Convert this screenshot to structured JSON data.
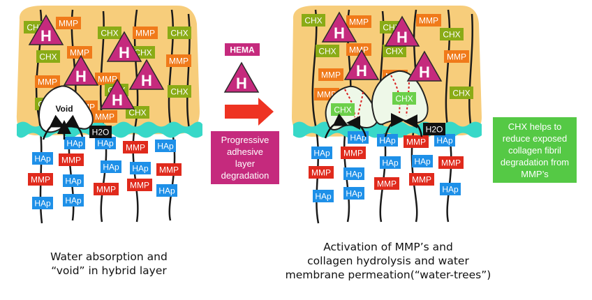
{
  "labels": {
    "chx": "CHX",
    "mmp": "MMP",
    "hap": "HAp",
    "h": "H",
    "h2o": "H2O",
    "void": "Void",
    "hema": "HEMA"
  },
  "middle": {
    "degradation_lines": [
      "Progressive",
      "adhesive",
      "layer",
      "degradation"
    ]
  },
  "note": {
    "lines": [
      "CHX helps to",
      "reduce exposed",
      "collagen fibril",
      "degradation from",
      "MMP’s"
    ]
  },
  "captions": {
    "left": [
      "Water absorption and",
      "“void” in hybrid layer"
    ],
    "right": [
      "Activation of MMP’s and",
      "collagen hydrolysis and water",
      "membrane permeation(“water-trees”)"
    ]
  },
  "colors": {
    "chx": "#8aab16",
    "mmp": "#f07a1a",
    "hap": "#1e90e8",
    "mmp_red": "#e02a1c",
    "hema": "#c52a7d",
    "adhesive": "#f7cd7b",
    "wave": "#38d8c8",
    "note": "#55c945",
    "arrow": "#ee3322",
    "h2o": "#111111"
  }
}
